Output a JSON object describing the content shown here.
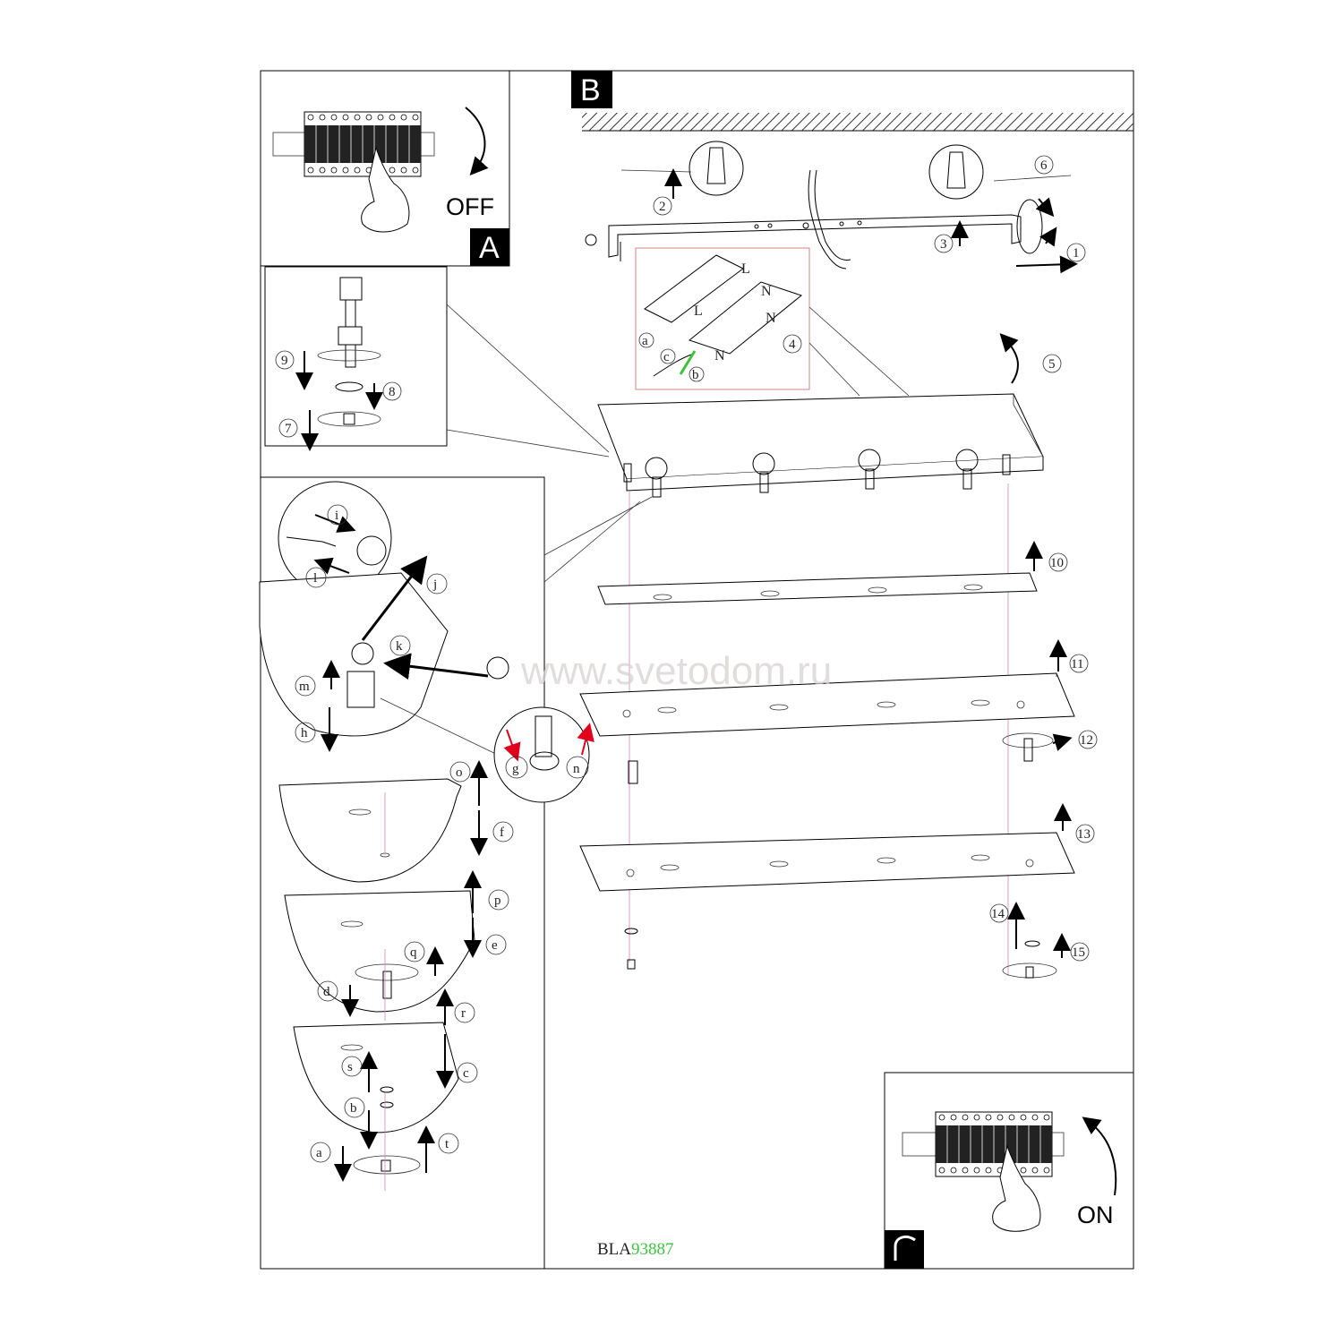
{
  "panels": {
    "a": {
      "tag": "A",
      "switch_label": "OFF"
    },
    "b": {
      "tag": "B"
    },
    "c": {
      "tag": "C",
      "switch_label": "ON"
    }
  },
  "step_numbers": [
    "1",
    "2",
    "3",
    "4",
    "5",
    "6",
    "7",
    "8",
    "9",
    "10",
    "11",
    "12",
    "13",
    "14",
    "15"
  ],
  "detail_letters": [
    "a",
    "b",
    "c",
    "d",
    "e",
    "f",
    "g",
    "h",
    "i",
    "j",
    "k",
    "l",
    "m",
    "n",
    "o",
    "p",
    "q",
    "r",
    "s",
    "t"
  ],
  "wiring_labels": {
    "live": "L",
    "neutral": "N",
    "a": "a",
    "b": "b",
    "c": "c"
  },
  "watermark": "www.svetodom.ru",
  "product_code": {
    "prefix": "BLA",
    "number": "93887"
  },
  "colors": {
    "line": "#000000",
    "guide": "#d08ab0",
    "highlight_arrow": "#e0001b",
    "code_number": "#3fc13f",
    "watermark": "#d8d2d2"
  }
}
